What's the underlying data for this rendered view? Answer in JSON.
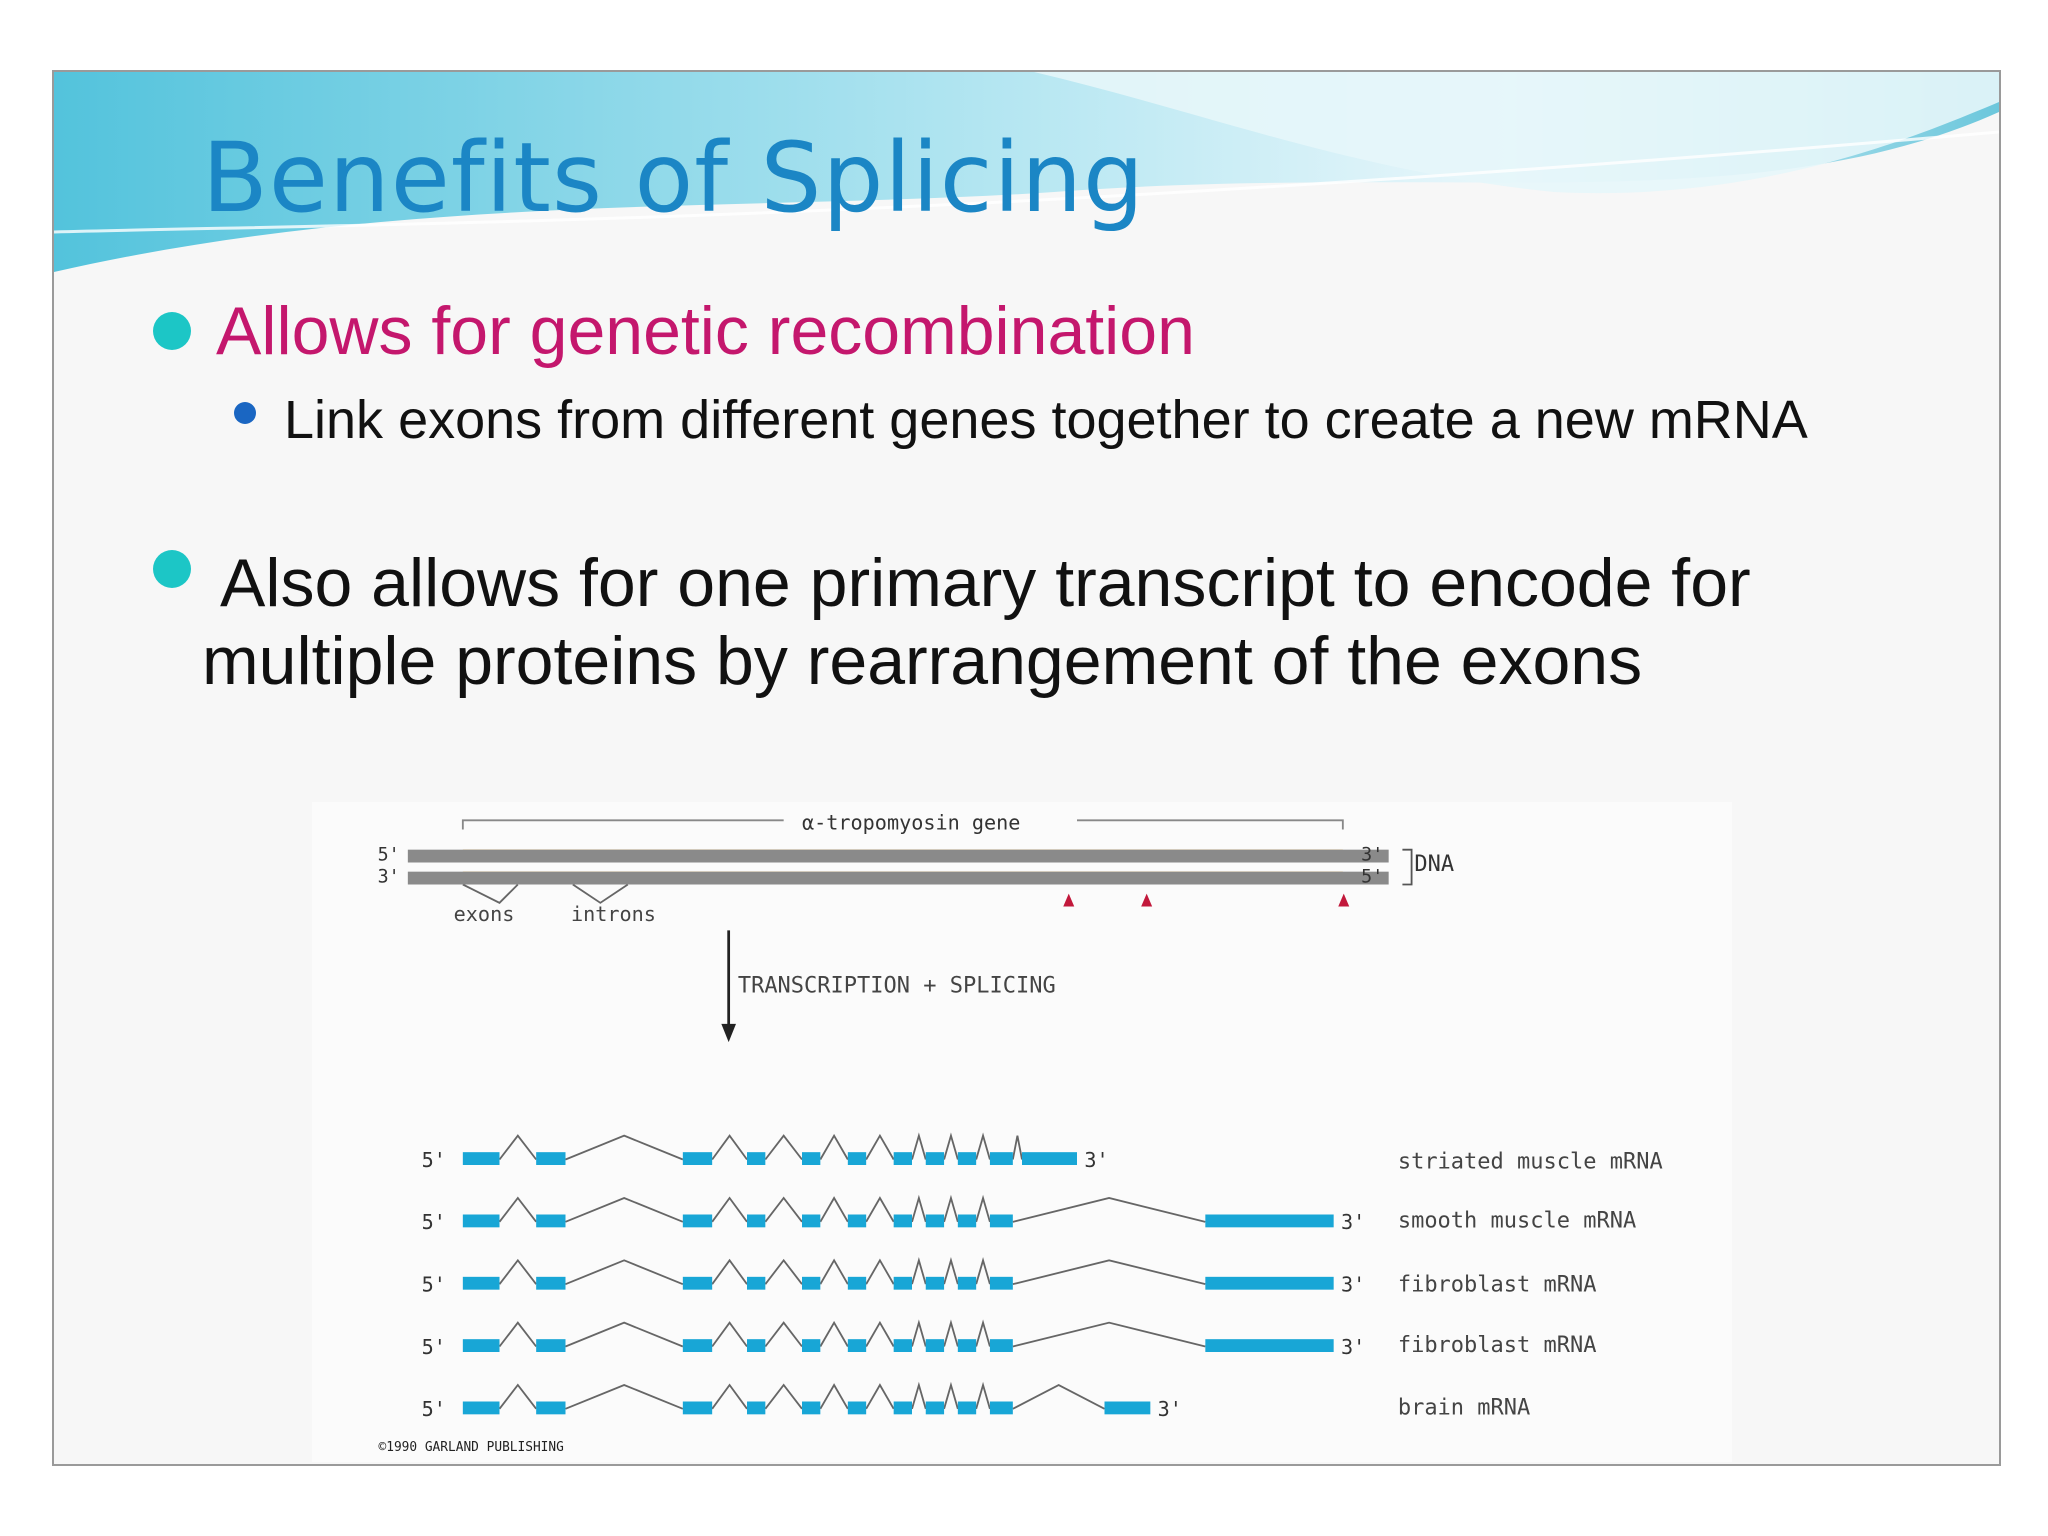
{
  "slide": {
    "title": "Benefits of Splicing",
    "bullets": [
      {
        "text": "Allows for genetic recombination",
        "sub": [
          "Link exons from different genes together to create a new mRNA"
        ]
      },
      {
        "text": "Also allows for one primary transcript to encode for multiple proteins by rearrangement of the exons"
      }
    ]
  },
  "diagram": {
    "gene_label": "α-tropomyosin gene",
    "dna_label": "DNA",
    "five_prime": "5'",
    "three_prime": "3'",
    "exons_label": "exons",
    "introns_label": "introns",
    "arrow_label": "TRANSCRIPTION + SPLICING",
    "mrnas": [
      "striated muscle mRNA",
      "smooth muscle mRNA",
      "fibroblast mRNA",
      "fibroblast mRNA",
      "brain mRNA"
    ],
    "copyright": "©1990 GARLAND PUBLISHING"
  },
  "colors": {
    "title": "#1b86c5",
    "bullet_accent": "#c4176d",
    "bullet_dot": "#1cc6c6",
    "exon": "#18a6d6",
    "gene_orange": "#e4941e"
  }
}
